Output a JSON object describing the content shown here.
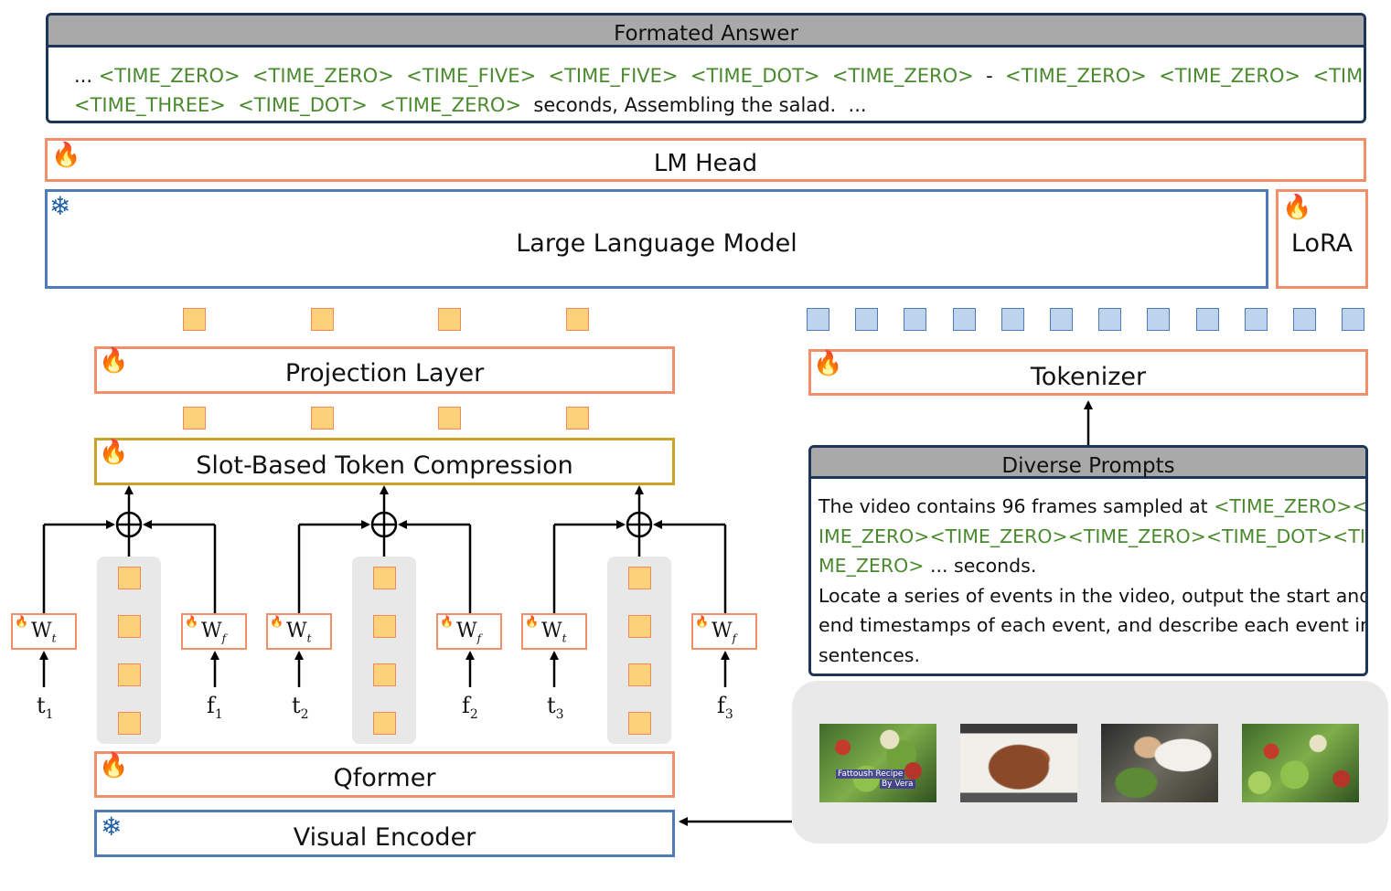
{
  "answer": {
    "title": "Formated Answer",
    "line1": [
      {
        "t": "... ",
        "c": "plain"
      },
      {
        "t": "<TIME_ZERO>  <TIME_ZERO>  <TIME_FIVE>  <TIME_FIVE>  <TIME_DOT>  <TIME_ZERO>",
        "c": "token"
      },
      {
        "t": "  -  ",
        "c": "plain"
      },
      {
        "t": "<TIME_ZERO>  <TIME_ZERO>  <TIME_SEVEN>",
        "c": "token"
      }
    ],
    "line2": [
      {
        "t": "<TIME_THREE>  <TIME_DOT>  <TIME_ZERO>",
        "c": "token"
      },
      {
        "t": "  seconds, Assembling the salad.  ...",
        "c": "plain"
      }
    ]
  },
  "lm_head": {
    "label": "LM Head",
    "icon": "flame-icon"
  },
  "llm": {
    "label": "Large Language Model",
    "icon": "snowflake-icon"
  },
  "lora": {
    "label": "LoRA",
    "icon": "flame-icon"
  },
  "projection": {
    "label": "Projection Layer",
    "icon": "flame-icon"
  },
  "compression": {
    "label": "Slot-Based Token Compression",
    "icon": "flame-icon"
  },
  "qformer": {
    "label": "Qformer",
    "icon": "flame-icon"
  },
  "visual_encoder": {
    "label": "Visual Encoder",
    "icon": "snowflake-icon"
  },
  "tokenizer": {
    "label": "Tokenizer",
    "icon": "flame-icon"
  },
  "prompts": {
    "title": "Diverse Prompts",
    "lines": [
      [
        {
          "t": "The video contains 96 frames sampled at ",
          "c": "plain"
        },
        {
          "t": "<TIME_ZERO><T",
          "c": "token"
        }
      ],
      [
        {
          "t": "IME_ZERO><TIME_ZERO><TIME_ZERO><TIME_DOT><TI",
          "c": "token"
        }
      ],
      [
        {
          "t": "ME_ZERO>",
          "c": "token"
        },
        {
          "t": " ... seconds.",
          "c": "plain"
        }
      ],
      [
        {
          "t": "Locate a series of events in the video, output the start and",
          "c": "plain"
        }
      ],
      [
        {
          "t": "end timestamps of each event, and describe each event in",
          "c": "plain"
        }
      ],
      [
        {
          "t": "sentences.",
          "c": "plain"
        }
      ]
    ]
  },
  "groups": [
    {
      "t": "t",
      "t_sub": "1",
      "f": "f",
      "f_sub": "1"
    },
    {
      "t": "t",
      "t_sub": "2",
      "f": "f",
      "f_sub": "2"
    },
    {
      "t": "t",
      "t_sub": "3",
      "f": "f",
      "f_sub": "3"
    }
  ],
  "weights": {
    "wt": "W",
    "wt_sub": "t",
    "wf": "W",
    "wf_sub": "f"
  },
  "frames": [
    {
      "caption_line1": "Fattoush Recipe",
      "caption_line2": "By Vera"
    },
    {
      "caption_line1": "",
      "caption_line2": ""
    },
    {
      "caption_line1": "",
      "caption_line2": ""
    },
    {
      "caption_line1": "",
      "caption_line2": ""
    }
  ],
  "colors": {
    "token": "#4a8a2e",
    "trainable_border": "#f0906a",
    "frozen_border": "#4f7cb8",
    "compression_border": "#c9a227",
    "header_bg": "#a9a9a9"
  }
}
